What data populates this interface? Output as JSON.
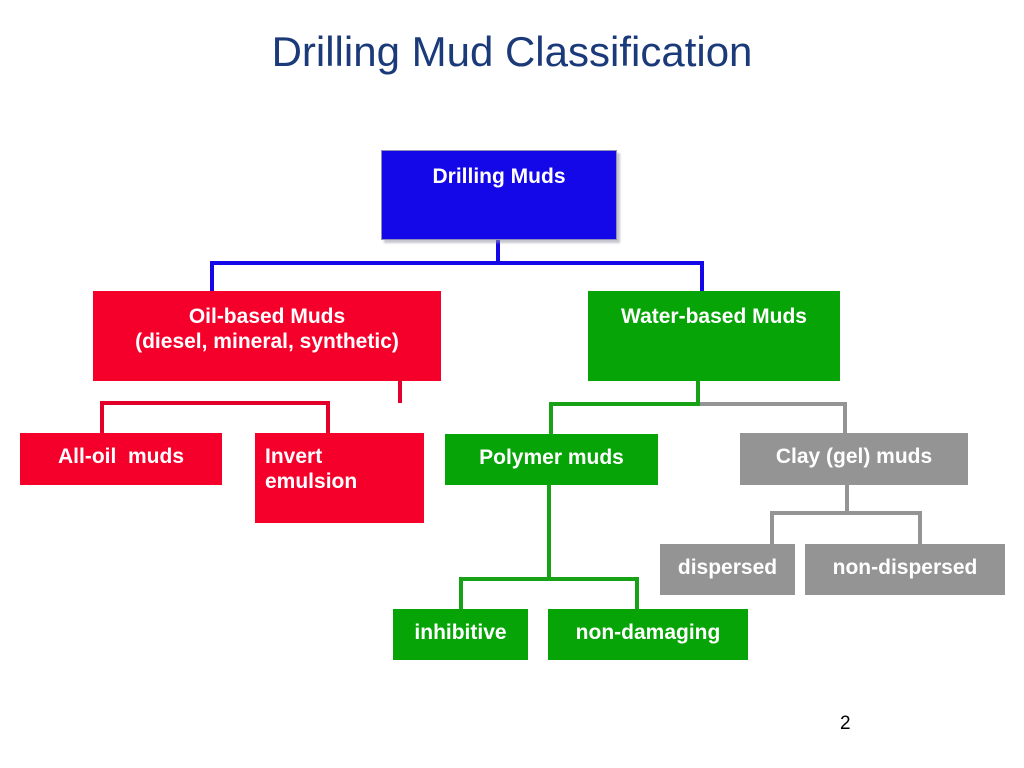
{
  "slide": {
    "title": "Drilling Mud Classification",
    "page_number": "2",
    "title_color": "#1b3a7a",
    "background": "#ffffff"
  },
  "colors": {
    "root_blue": "#1508e8",
    "oil_red": "#f5002b",
    "water_green": "#06a406",
    "clay_gray": "#949494",
    "text_white": "#ffffff"
  },
  "chart_data": {
    "type": "diagram",
    "title": "Drilling Mud Classification",
    "nodes": [
      {
        "id": "root",
        "label": "Drilling Muds",
        "color": "#1508e8",
        "level": 0
      },
      {
        "id": "oil",
        "label": "Oil-based Muds\n(diesel, mineral, synthetic)",
        "color": "#f5002b",
        "level": 1
      },
      {
        "id": "water",
        "label": "Water-based Muds",
        "color": "#06a406",
        "level": 1
      },
      {
        "id": "all-oil",
        "label": "All-oil  muds",
        "color": "#f5002b",
        "level": 2
      },
      {
        "id": "invert",
        "label": "Invert\nemulsion",
        "color": "#f5002b",
        "level": 2
      },
      {
        "id": "polymer",
        "label": "Polymer muds",
        "color": "#06a406",
        "level": 2
      },
      {
        "id": "clay",
        "label": "Clay (gel) muds",
        "color": "#949494",
        "level": 2
      },
      {
        "id": "dispersed",
        "label": "dispersed",
        "color": "#949494",
        "level": 3
      },
      {
        "id": "non-dispersed",
        "label": "non-dispersed",
        "color": "#949494",
        "level": 3
      },
      {
        "id": "inhibitive",
        "label": "inhibitive",
        "color": "#06a406",
        "level": 3
      },
      {
        "id": "non-damaging",
        "label": "non-damaging",
        "color": "#06a406",
        "level": 3
      }
    ],
    "edges": [
      {
        "from": "root",
        "to": "oil",
        "color": "#1508e8"
      },
      {
        "from": "root",
        "to": "water",
        "color": "#1508e8"
      },
      {
        "from": "oil",
        "to": "all-oil",
        "color": "#e2002b"
      },
      {
        "from": "oil",
        "to": "invert",
        "color": "#e2002b"
      },
      {
        "from": "water",
        "to": "polymer",
        "color": "#17a117"
      },
      {
        "from": "water",
        "to": "clay",
        "color": "#949494"
      },
      {
        "from": "clay",
        "to": "dispersed",
        "color": "#949494"
      },
      {
        "from": "clay",
        "to": "non-dispersed",
        "color": "#949494"
      },
      {
        "from": "polymer",
        "to": "inhibitive",
        "color": "#17a117"
      },
      {
        "from": "polymer",
        "to": "non-damaging",
        "color": "#17a117"
      }
    ]
  },
  "boxes": {
    "root": "Drilling Muds",
    "oil_based": "Oil-based Muds\n(diesel, mineral, synthetic)",
    "water_based": "Water-based Muds",
    "all_oil": "All-oil  muds",
    "invert_emulsion": "Invert\nemulsion",
    "polymer": "Polymer muds",
    "clay_gel": "Clay (gel) muds",
    "dispersed": "dispersed",
    "non_dispersed": "non-dispersed",
    "inhibitive": "inhibitive",
    "non_damaging": "non-damaging"
  }
}
